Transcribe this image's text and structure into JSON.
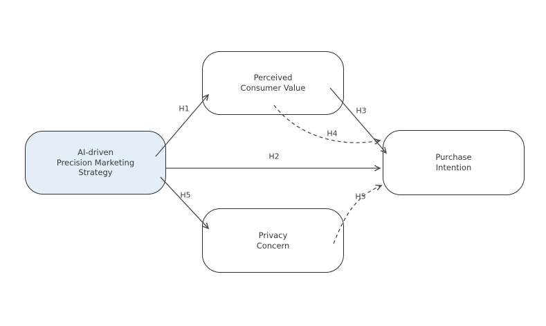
{
  "diagram": {
    "nodes": [
      {
        "id": "ai_strategy",
        "label": "AI-driven\nPrecision Marketing\nStrategy",
        "fill": "#e3eef8"
      },
      {
        "id": "perceived_value",
        "label": "Perceived\nConsumer Value",
        "fill": "#ffffff"
      },
      {
        "id": "purchase_intention",
        "label": "Purchase\nIntention",
        "fill": "#ffffff"
      },
      {
        "id": "privacy_concern",
        "label": "Privacy\nConcern",
        "fill": "#ffffff"
      }
    ],
    "edges": [
      {
        "label": "H1",
        "from": "ai_strategy",
        "to": "perceived_value",
        "style": "solid"
      },
      {
        "label": "H2",
        "from": "ai_strategy",
        "to": "purchase_intention",
        "style": "solid"
      },
      {
        "label": "H3",
        "from": "perceived_value",
        "to": "purchase_intention",
        "style": "solid"
      },
      {
        "label": "H4",
        "from": "perceived_value",
        "to": "purchase_intention",
        "style": "dashed"
      },
      {
        "label": "H5",
        "from": "ai_strategy",
        "to": "privacy_concern",
        "style": "solid"
      },
      {
        "label": "H5",
        "from": "privacy_concern",
        "to": "purchase_intention",
        "style": "dashed"
      }
    ],
    "colors": {
      "background": "#ffffff",
      "node_border": "#2e2e2e",
      "node_fill": "#ffffff",
      "highlight_node_fill": "#e3eef8",
      "edge": "#4a4a4a",
      "text": "#3a3a3a"
    }
  }
}
